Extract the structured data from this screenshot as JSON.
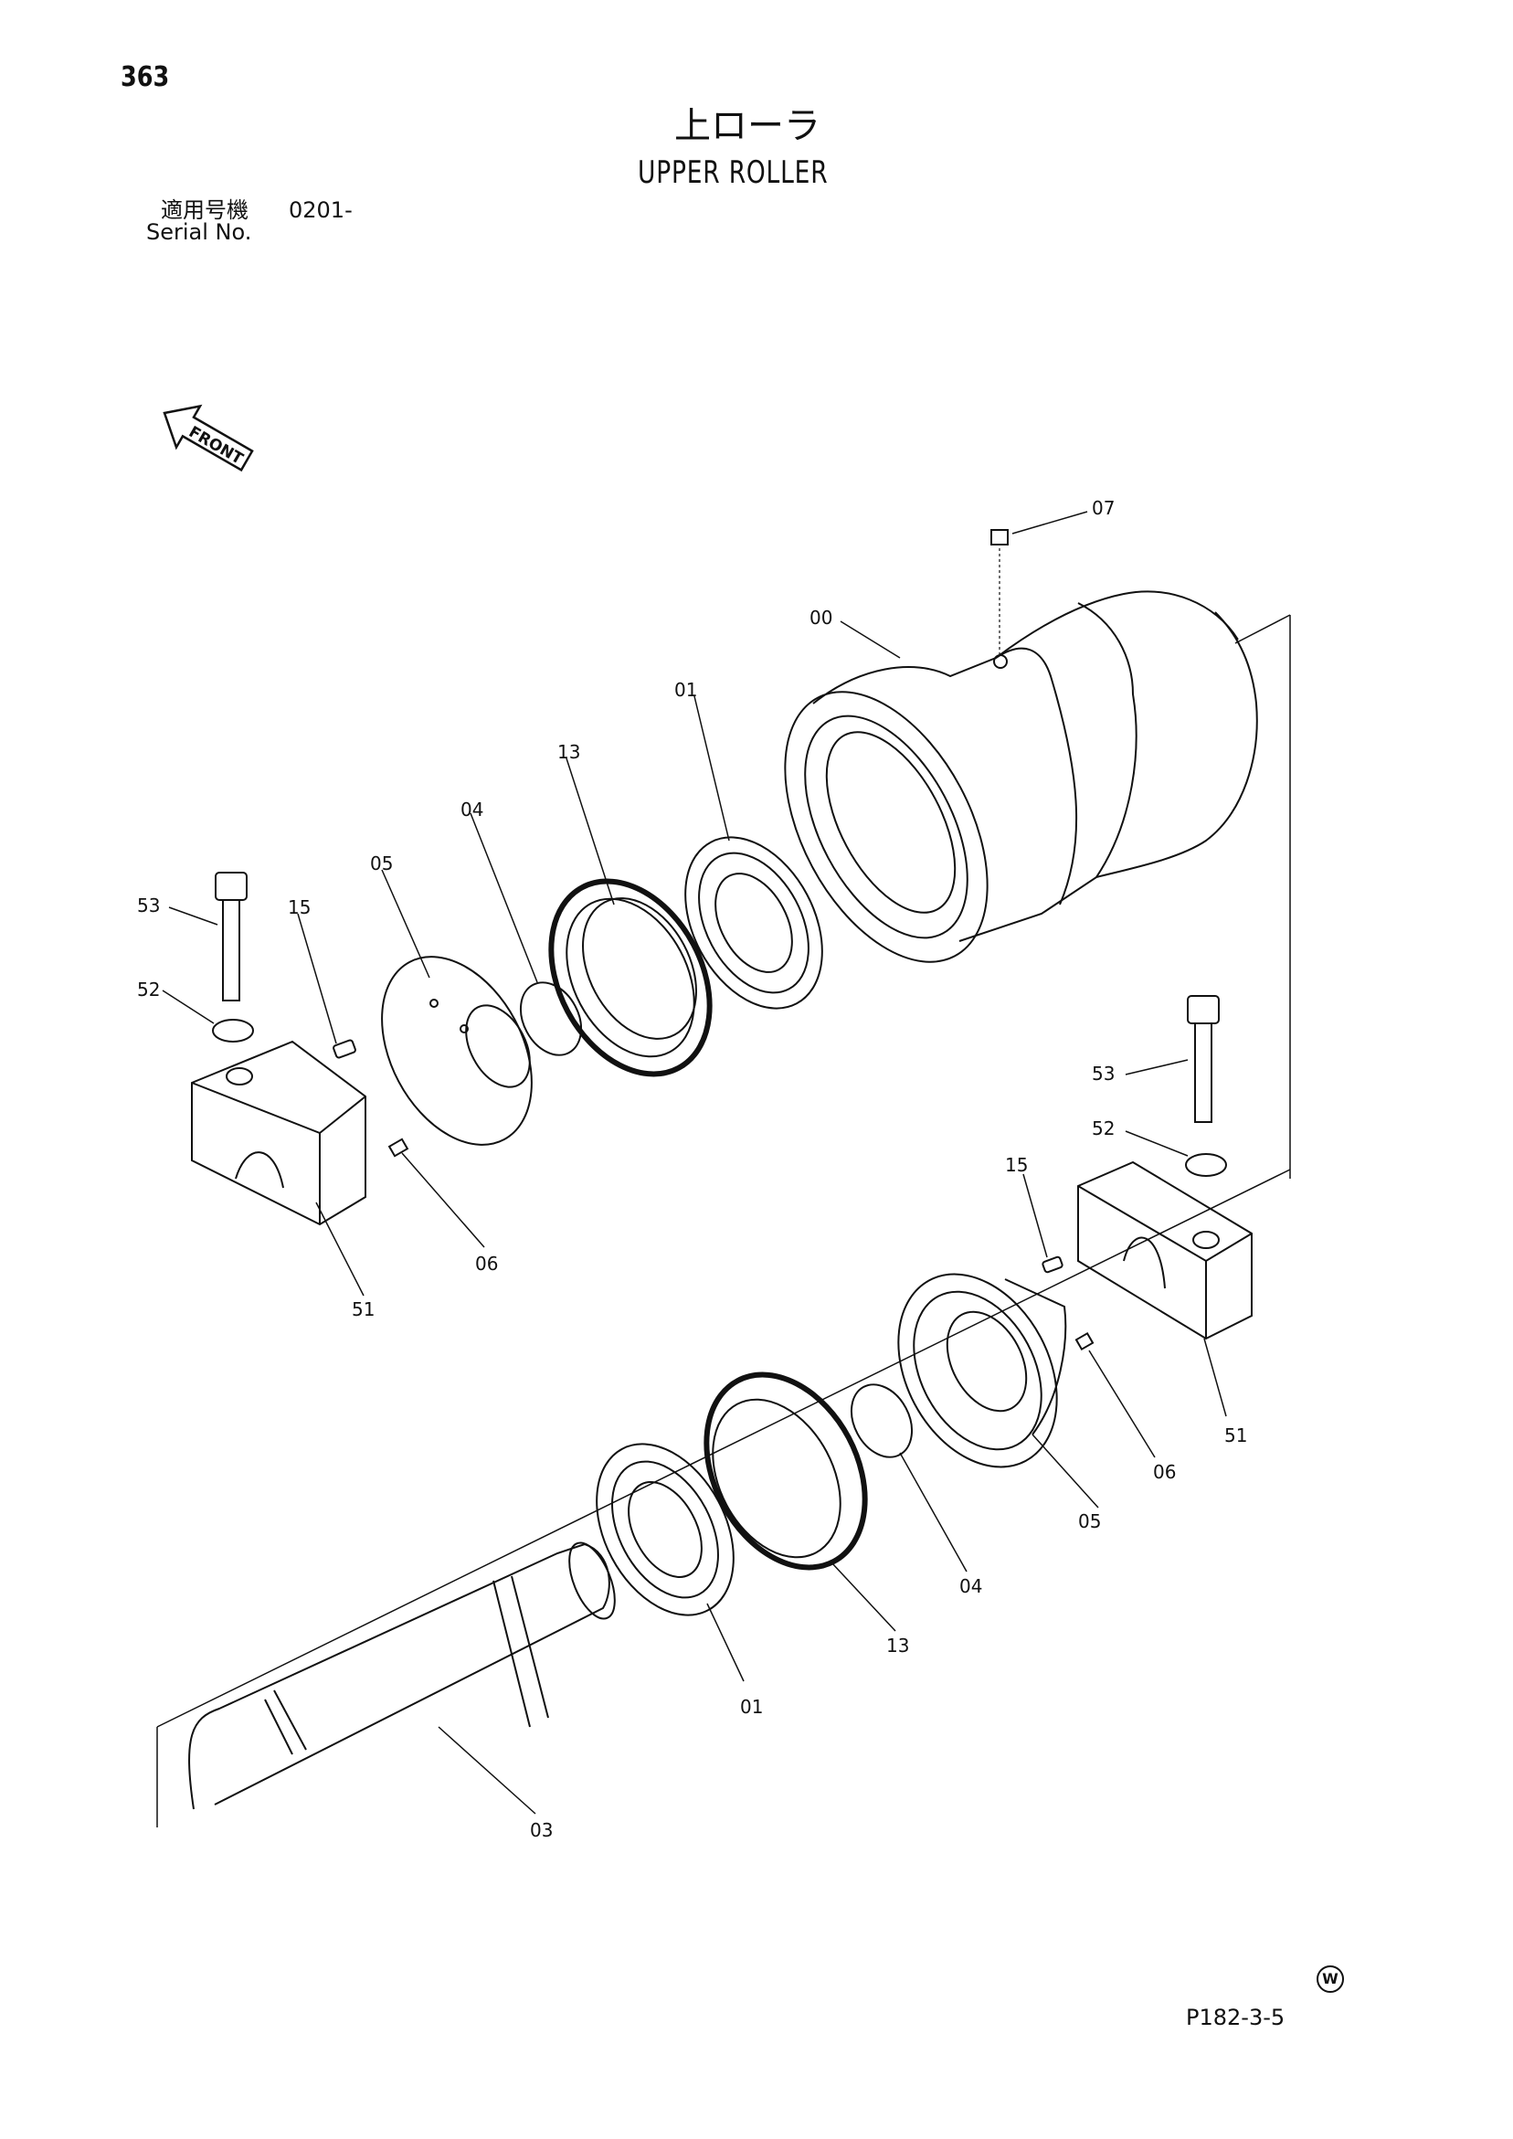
{
  "page_number": "363",
  "title_jp": "上ローラ",
  "title_en": "UPPER ROLLER",
  "serial": {
    "label_jp": "適用号機",
    "value": "0201-",
    "label_en": "Serial No."
  },
  "front_label": "FRONT",
  "part_labels": {
    "p00": "00",
    "p01": "01",
    "p03": "03",
    "p04": "04",
    "p05": "05",
    "p06": "06",
    "p07": "07",
    "p13": "13",
    "p15": "15",
    "p51": "51",
    "p52": "52",
    "p53": "53"
  },
  "mark": "W",
  "page_code": "P182-3-5"
}
